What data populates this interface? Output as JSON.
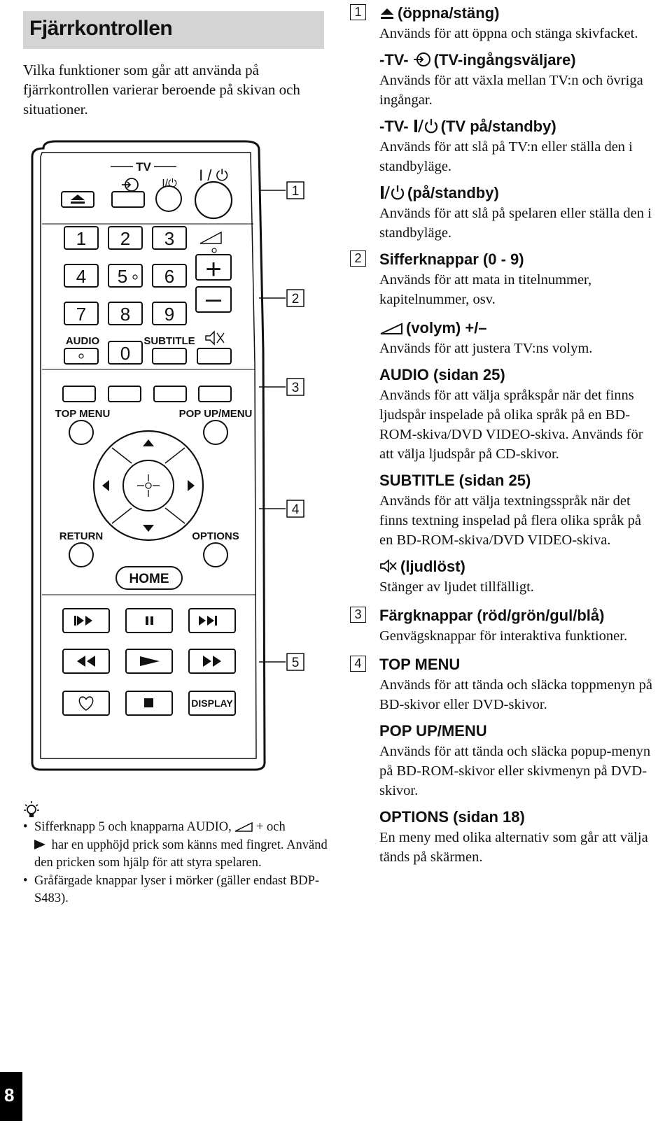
{
  "title": "Fjärrkontrollen",
  "intro": "Vilka funktioner som går att använda på fjärrkontrollen varierar beroende på skivan och situationer.",
  "remote": {
    "callouts": [
      "1",
      "2",
      "3",
      "4",
      "5"
    ],
    "labels": {
      "tv": "TV",
      "power_small": "I/⏻",
      "power": "I / ⏻",
      "num1": "1",
      "num2": "2",
      "num3": "3",
      "num4": "4",
      "num5": "5",
      "num6": "6",
      "num7": "7",
      "num8": "8",
      "num9": "9",
      "num0": "0",
      "audio": "AUDIO",
      "subtitle": "SUBTITLE",
      "plus": "+",
      "minus": "–",
      "top_menu": "TOP MENU",
      "popup_menu": "POP UP/MENU",
      "return": "RETURN",
      "options": "OPTIONS",
      "home": "HOME",
      "display": "DISPLAY"
    }
  },
  "tips": [
    {
      "prefix": "Sifferknapp 5 och knapparna AUDIO,",
      "mid": "+ och",
      "rest": "har en upphöjd prick som känns med fingret. Använd den pricken som hjälp för att styra spelaren."
    },
    {
      "text": "Gråfärgade knappar lyser i mörker (gäller endast BDP-S483)."
    }
  ],
  "page_number": "8",
  "items": [
    {
      "num": "1",
      "head": "(öppna/stäng)",
      "desc": "Används för att öppna och stänga skivfacket."
    },
    {
      "head": "-TV- ",
      "head2": "(TV-ingångsväljare)",
      "desc": "Används för att växla mellan TV:n och övriga ingångar."
    },
    {
      "head": "-TV- ",
      "head2": "(TV på/standby)",
      "desc": "Används för att slå på TV:n eller ställa den i standbyläge."
    },
    {
      "head2": "(på/standby)",
      "desc": "Används för att slå på spelaren eller ställa den i standbyläge."
    },
    {
      "num": "2",
      "head": "Sifferknappar (0 - 9)",
      "desc": "Används för att mata in titelnummer, kapitelnummer, osv."
    },
    {
      "head2": "(volym) +/–",
      "desc": "Används för att justera TV:ns volym."
    },
    {
      "head": "AUDIO (sidan 25)",
      "desc": "Används för att välja språkspår när det finns ljudspår inspelade på olika språk på en BD-ROM-skiva/DVD VIDEO-skiva. Används för att välja ljudspår på CD-skivor."
    },
    {
      "head": "SUBTITLE (sidan 25)",
      "desc": "Används för att välja textningsspråk när det finns textning inspelad på flera olika språk på en BD-ROM-skiva/DVD VIDEO-skiva."
    },
    {
      "head2": "(ljudlöst)",
      "desc": "Stänger av ljudet tillfälligt."
    },
    {
      "num": "3",
      "head": "Färgknappar (röd/grön/gul/blå)",
      "desc": "Genvägsknappar för interaktiva funktioner."
    },
    {
      "num": "4",
      "head": "TOP MENU",
      "desc": "Används för att tända och släcka toppmenyn på BD-skivor eller DVD-skivor."
    },
    {
      "head": "POP UP/MENU",
      "desc": "Används för att tända och släcka popup-menyn på BD-ROM-skivor eller skivmenyn på DVD-skivor."
    },
    {
      "head": "OPTIONS (sidan 18)",
      "desc": "En meny med olika alternativ som går att välja tänds på skärmen."
    }
  ]
}
